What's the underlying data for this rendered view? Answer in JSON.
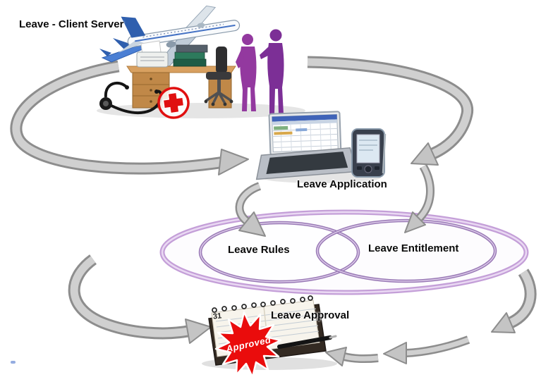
{
  "diagram": {
    "title": "Leave - Client Server",
    "nodes": [
      {
        "id": "application",
        "label": "Leave Application"
      },
      {
        "id": "rules",
        "label": "Leave Rules"
      },
      {
        "id": "entitlement",
        "label": "Leave Entitlement"
      },
      {
        "id": "approval",
        "label": "Leave Approval"
      }
    ],
    "stamp": {
      "label": "Approved"
    },
    "calendar_day": "31",
    "colors": {
      "arrow_fill": "#c4c4c4",
      "arrow_edge": "#8d8d8d",
      "outer_ring_purple": "#c49fd8",
      "inner_ellipse_purple": "#9a7ab6",
      "people_purple": "#93399f",
      "stamp_red": "#ea0c0c",
      "cross_red": "#e01010",
      "desk_wood": "#c08848",
      "text": "#0a0a0a"
    }
  }
}
